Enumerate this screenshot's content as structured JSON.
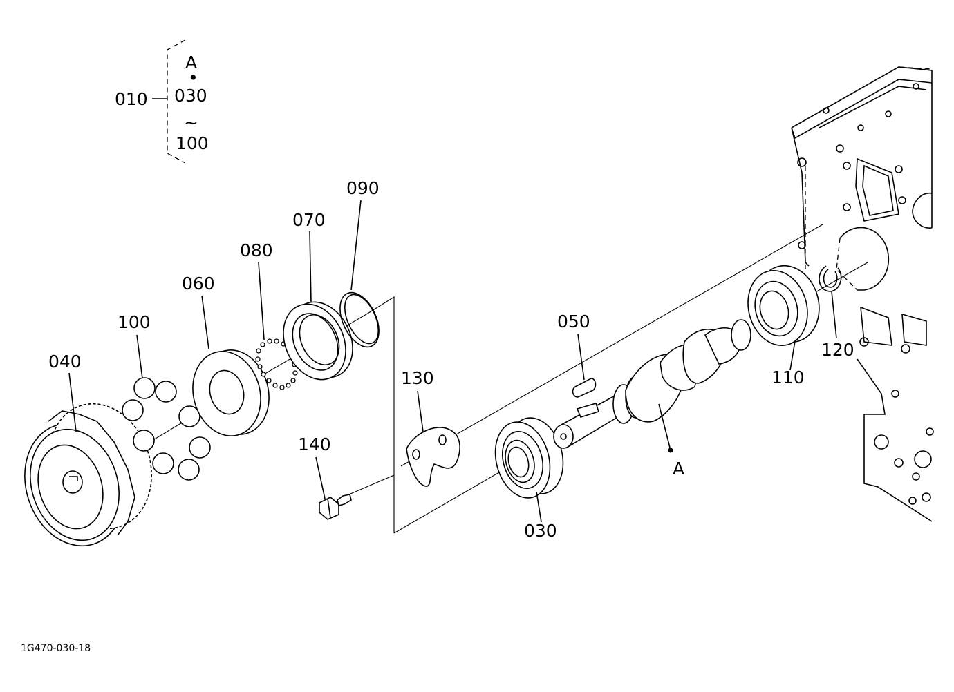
{
  "diagram": {
    "drawing_code": "1G470-030-18",
    "assembly_bracket": {
      "label": "010",
      "line_1": "A",
      "line_2": "•",
      "line_3": "030",
      "line_4": "~",
      "line_5": "100"
    },
    "callouts": {
      "p030": "030",
      "p040": "040",
      "p050": "050",
      "p060": "060",
      "p070": "070",
      "p080": "080",
      "p090": "090",
      "p100": "100",
      "p110": "110",
      "p120": "120",
      "p130": "130",
      "p140": "140",
      "pA": "A"
    }
  }
}
